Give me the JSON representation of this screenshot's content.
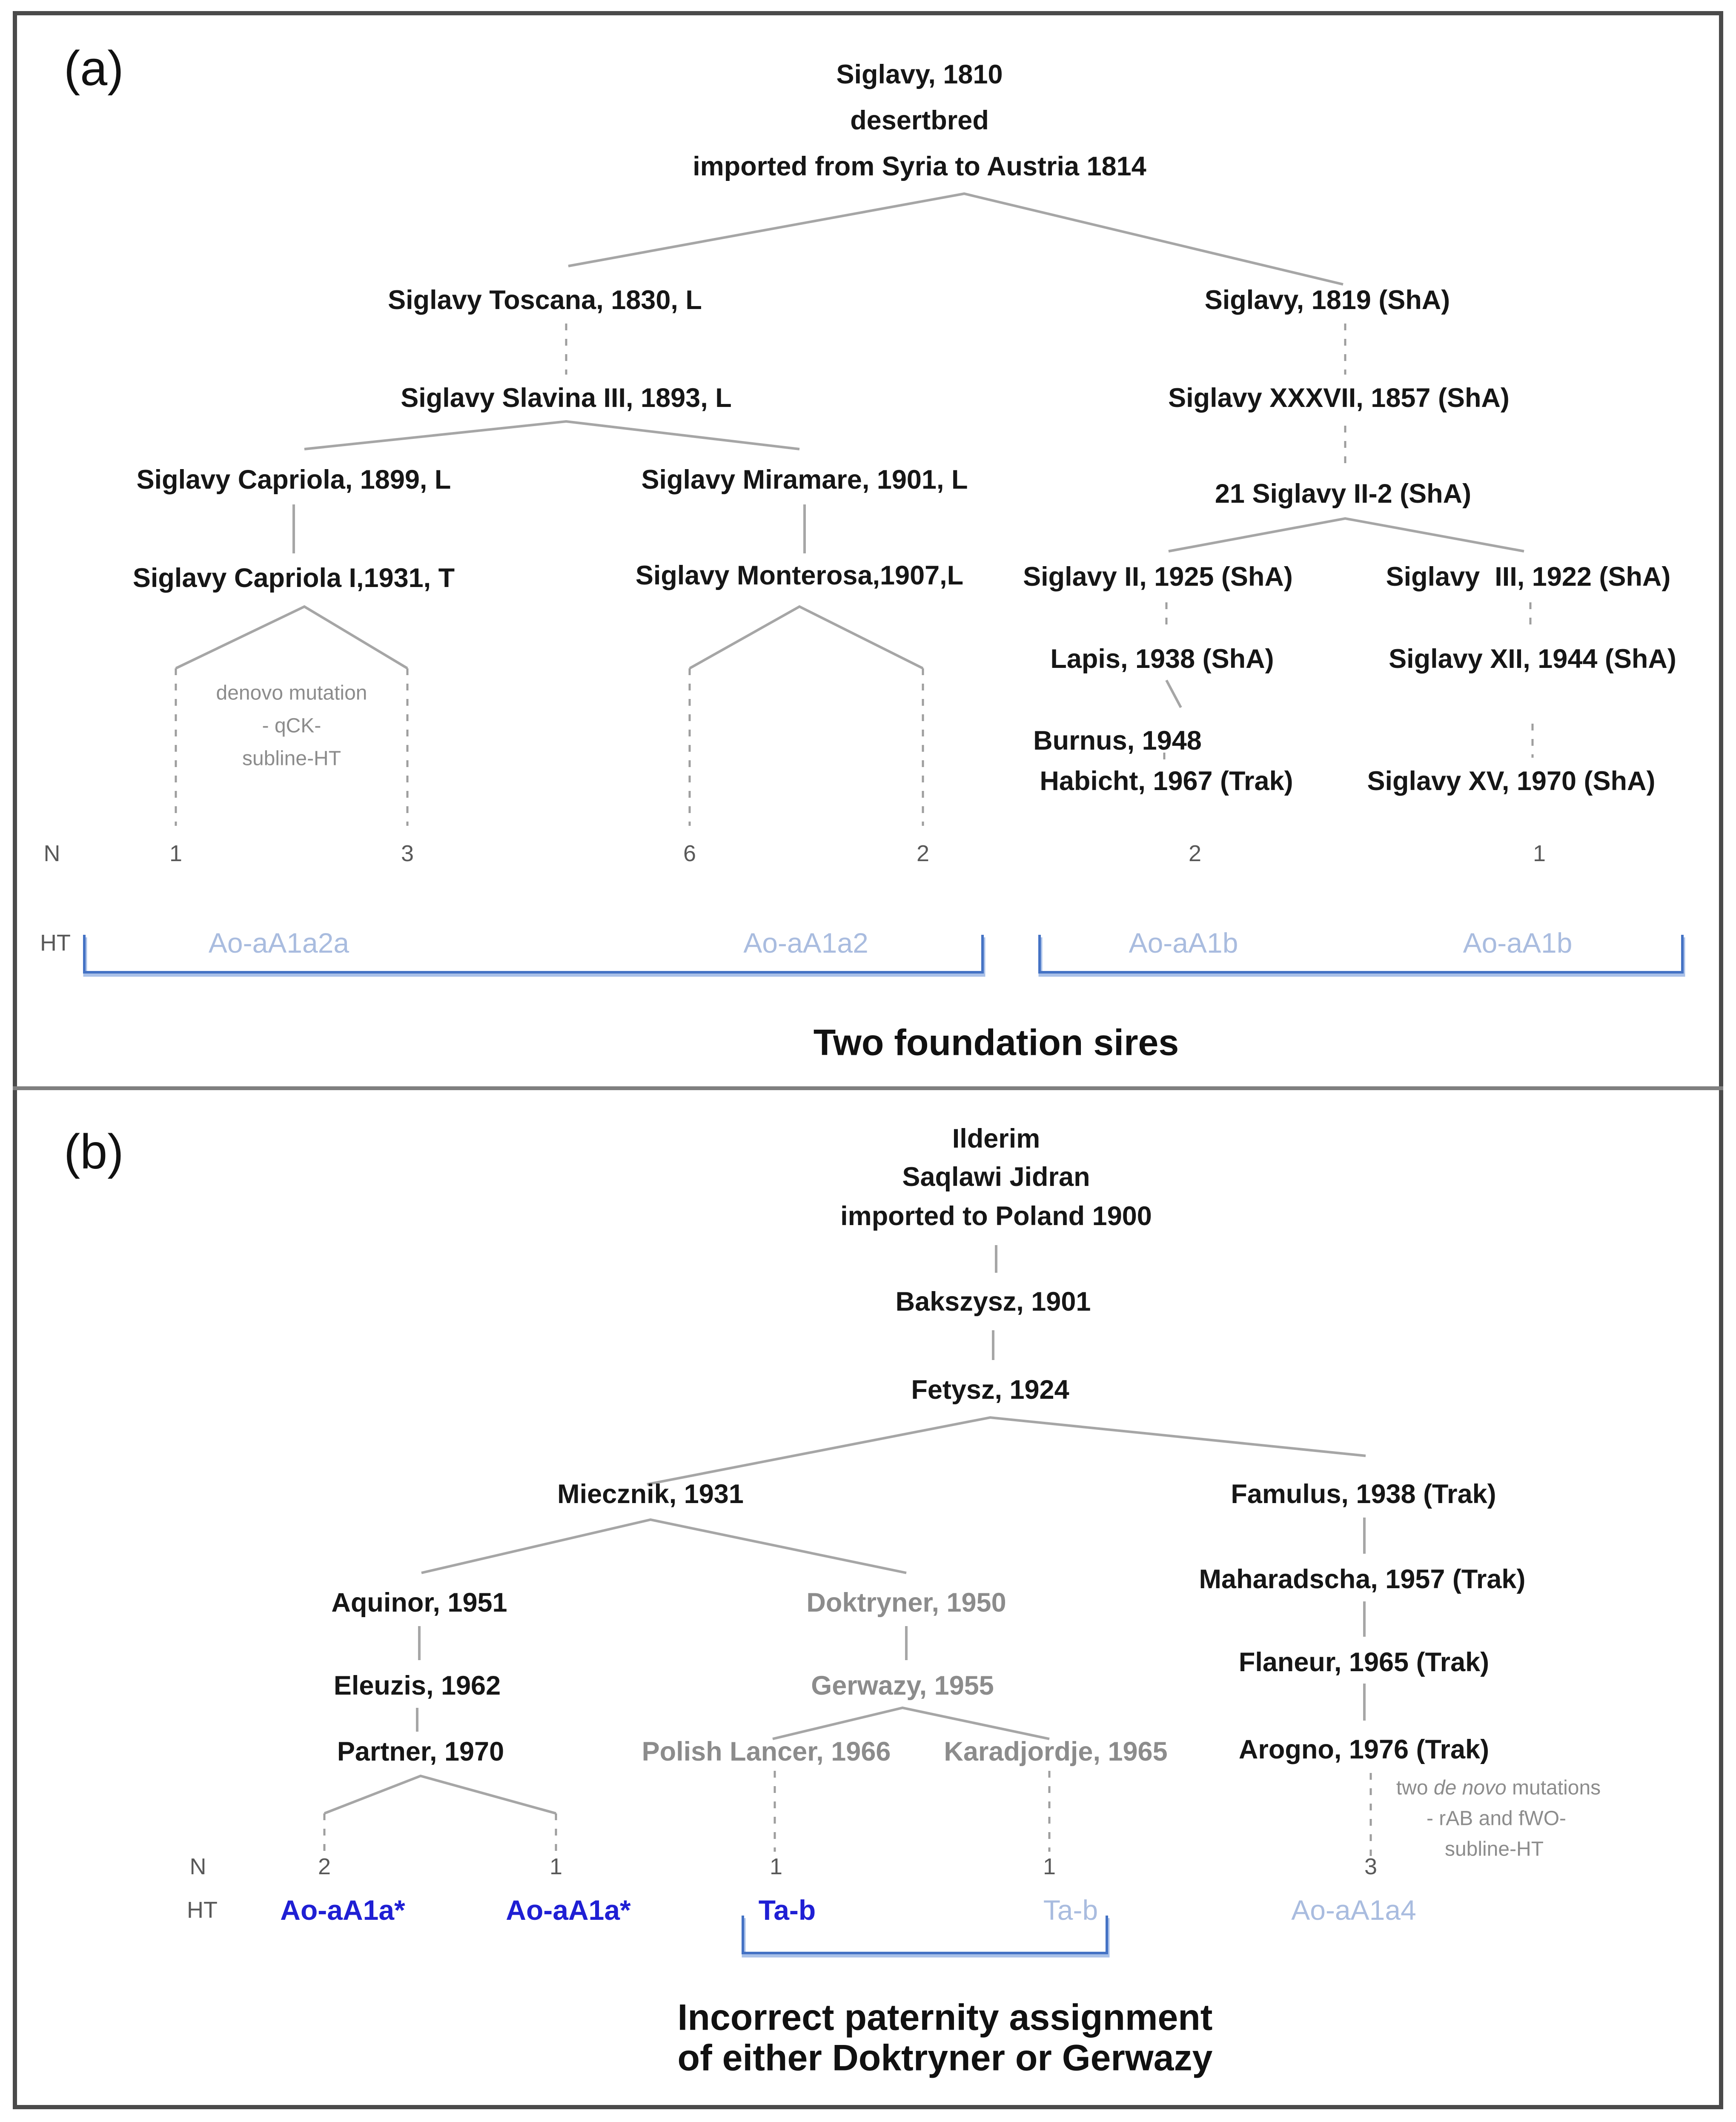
{
  "colors": {
    "accent_bright_blue": "#1f1fd4",
    "accent_light_blue": "#a9bcdf",
    "bracket_blue": "#4472c4",
    "line_gray": "#a6a6a6",
    "gray_node": "#8c8c8c"
  },
  "panel_a": {
    "label": "(a)",
    "root": {
      "l1": "Siglavy, 1810",
      "l2": "desertbred",
      "l3": "imported from Syria to Austria 1814"
    },
    "nodes": {
      "toscana": "Siglavy Toscana, 1830, L",
      "slavina": "Siglavy Slavina III, 1893, L",
      "capriola": "Siglavy Capriola, 1899, L",
      "miramare": "Siglavy Miramare, 1901, L",
      "capriola_i": "Siglavy Capriola I,1931, T",
      "monterosa": "Siglavy Monterosa,1907,L",
      "siglavy_1819": "Siglavy, 1819 (ShA)",
      "siglavy_xxxvii": "Siglavy XXXVII, 1857 (ShA)",
      "siglavy_ii2": "21 Siglavy II-2 (ShA)",
      "siglavy_ii": "Siglavy II, 1925 (ShA)",
      "siglavy_iii": "Siglavy  III, 1922 (ShA)",
      "lapis": "Lapis, 1938 (ShA)",
      "siglavy_xii": "Siglavy XII, 1944 (ShA)",
      "burnus": "Burnus, 1948",
      "habicht": "Habicht, 1967 (Trak)",
      "siglavy_xv": "Siglavy XV, 1970 (ShA)"
    },
    "mutation_note": {
      "l1": "denovo mutation",
      "l2": "- qCK-",
      "l3": "subline-HT"
    },
    "n_label": "N",
    "ht_label": "HT",
    "counts": [
      "1",
      "3",
      "6",
      "2",
      "2",
      "1"
    ],
    "haplotypes": [
      "Ao-aA1a2a",
      "Ao-aA1a2",
      "Ao-aA1b",
      "Ao-aA1b"
    ],
    "caption": "Two foundation sires"
  },
  "panel_b": {
    "label": "(b)",
    "root": {
      "l1": "Ilderim",
      "l2": "Saqlawi Jidran",
      "l3": "imported to Poland 1900"
    },
    "nodes": {
      "bakszysz": "Bakszysz, 1901",
      "fetysz": "Fetysz, 1924",
      "miecznik": "Miecznik, 1931",
      "famulus": "Famulus, 1938 (Trak)",
      "aquinor": "Aquinor, 1951",
      "doktryner": "Doktryner, 1950",
      "eleuzis": "Eleuzis, 1962",
      "gerwazy": "Gerwazy, 1955",
      "partner": "Partner, 1970",
      "polish_lancer": "Polish Lancer, 1966",
      "karadjordje": "Karadjordje, 1965",
      "maharadscha": "Maharadscha, 1957 (Trak)",
      "flaneur": "Flaneur, 1965 (Trak)",
      "arogno": "Arogno, 1976 (Trak)"
    },
    "mutation_note": {
      "l1_pre": "two ",
      "l1_italic": "de novo",
      "l1_post": " mutations",
      "l2": "- rAB and fWO-",
      "l3": "subline-HT"
    },
    "n_label": "N",
    "ht_label": "HT",
    "counts": [
      "2",
      "1",
      "1",
      "1",
      "3"
    ],
    "haplotypes": [
      "Ao-aA1a*",
      "Ao-aA1a*",
      "Ta-b",
      "Ta-b",
      "Ao-aA1a4"
    ],
    "caption": {
      "l1": "Incorrect paternity assignment",
      "l2": "of either Doktryner or Gerwazy"
    }
  }
}
